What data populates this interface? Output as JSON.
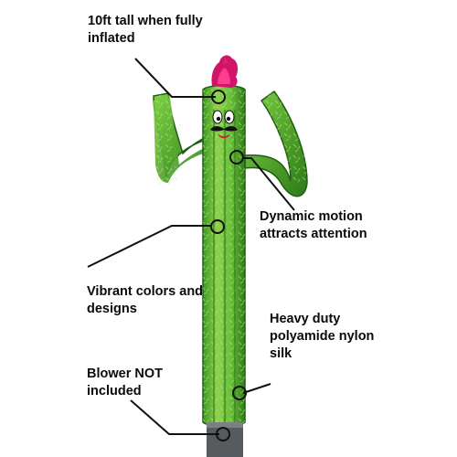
{
  "callouts": {
    "height": [
      "10ft tall when fully",
      "inflated"
    ],
    "motion": [
      "Dynamic motion",
      "attracts attention"
    ],
    "colors": [
      "Vibrant colors and",
      "designs"
    ],
    "material": [
      "Heavy duty",
      "polyamide nylon",
      "silk"
    ],
    "blower": [
      "Blower NOT",
      "included"
    ]
  },
  "colors": {
    "cactus_green": "#4caf2f",
    "cactus_dark_green": "#2f7d1a",
    "cactus_light_green": "#8fd14f",
    "flower_pink": "#d0146a",
    "callout_line": "#111111"
  }
}
